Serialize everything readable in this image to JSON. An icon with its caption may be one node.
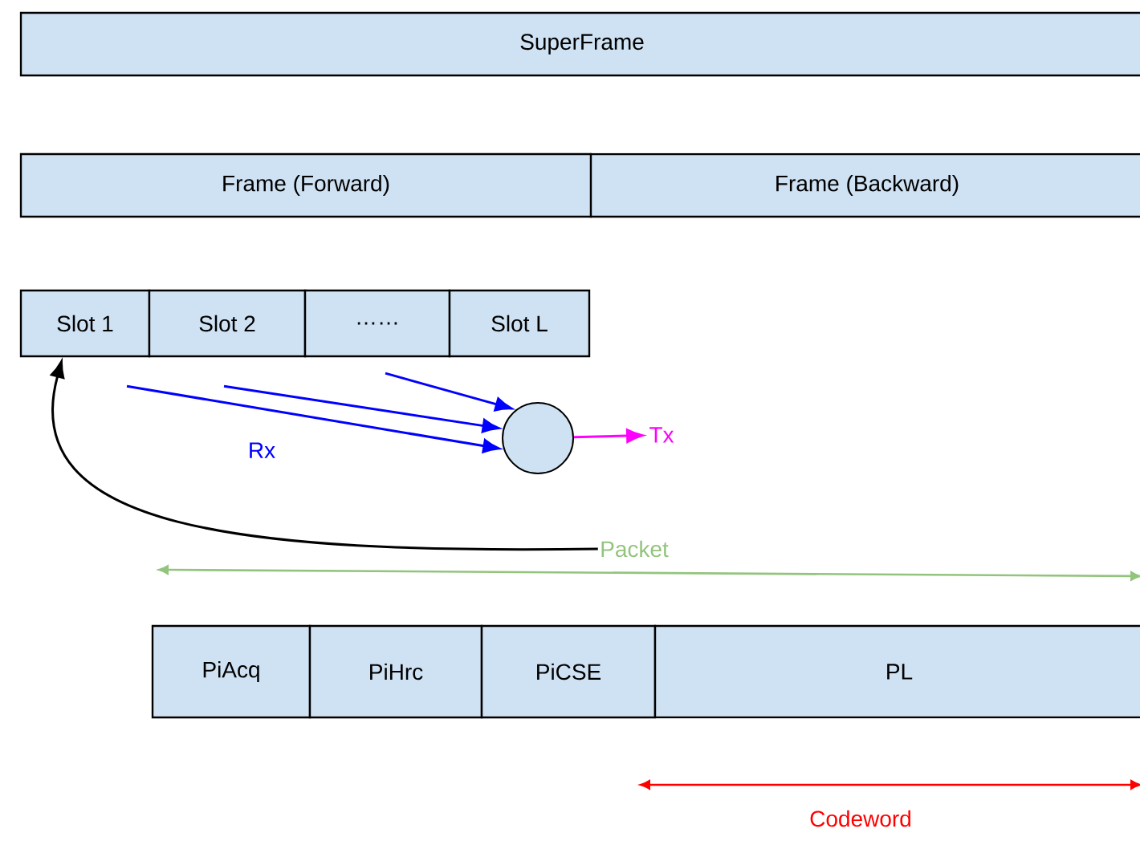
{
  "diagram": {
    "nodes": [
      {
        "text": [
          "SuperFrame"
        ]
      },
      {
        "text": [
          "Frame (Forward)"
        ]
      },
      {
        "text": [
          "Frame (Backward)"
        ]
      },
      {
        "text": [
          "Slot 1"
        ]
      },
      {
        "text": [
          "Slot 2"
        ]
      },
      {
        "text": [
          "……"
        ]
      },
      {
        "text": [
          "Slot L"
        ]
      },
      {
        "text": [],
        "shape": "circle"
      },
      {
        "text": [
          "Tx"
        ]
      },
      {
        "text": [
          "Packet"
        ]
      },
      {
        "text": [
          "PiAcq"
        ]
      },
      {
        "text": [
          "PiHrc"
        ]
      },
      {
        "text": [
          "PiCSE"
        ]
      },
      {
        "text": [
          "PL"
        ]
      }
    ],
    "edges": [
      {
        "from": 3,
        "to": 7,
        "arrow": "to",
        "color": "#0000ff",
        "label": "Rx"
      },
      {
        "from": 4,
        "to": 7,
        "arrow": "to",
        "color": "#0000ff"
      },
      {
        "from": 5,
        "to": 7,
        "arrow": "to",
        "color": "#0000ff"
      },
      {
        "from": 7,
        "to": 8,
        "arrow": "to",
        "color": "#ff00ff"
      },
      {
        "from": 9,
        "to": 3,
        "arrow": "to",
        "color": "#000000"
      }
    ],
    "labels": [
      "Codeword"
    ]
  }
}
